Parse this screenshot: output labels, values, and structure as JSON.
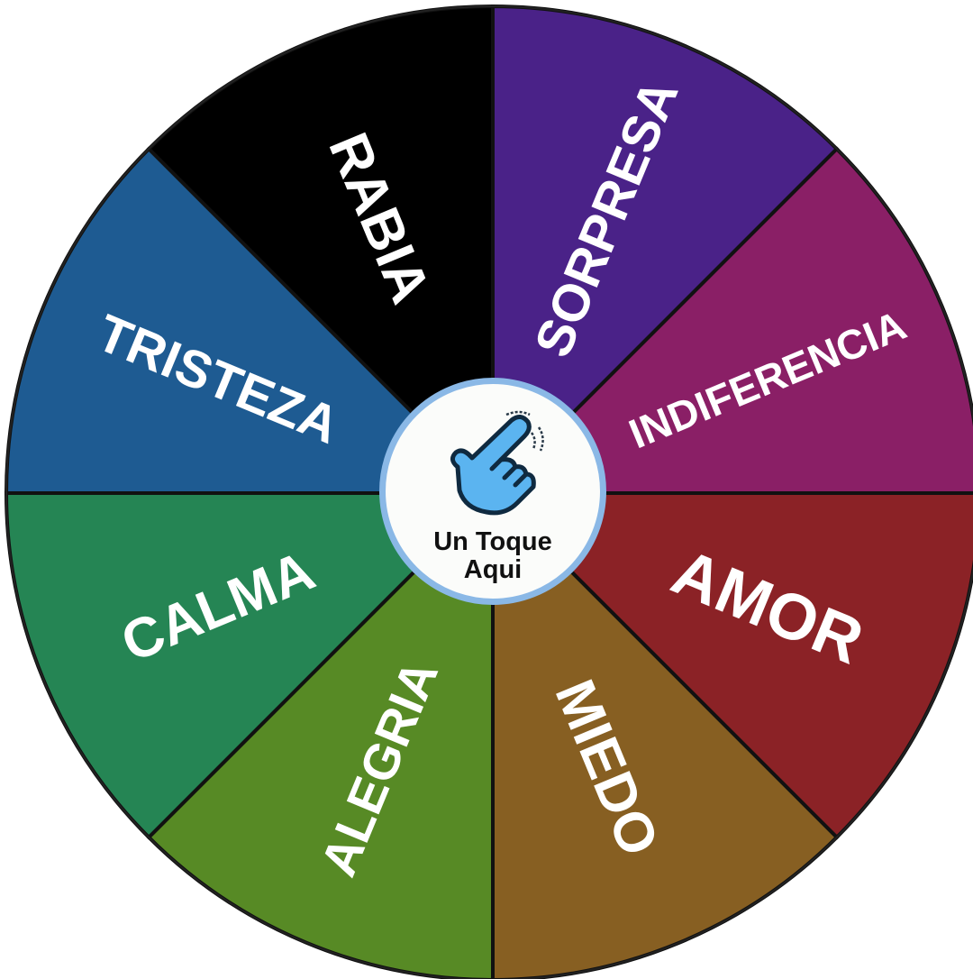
{
  "wheel": {
    "segments": [
      {
        "label": "RABIA",
        "color": "#000000"
      },
      {
        "label": "SORPRESA",
        "color": "#4a2288"
      },
      {
        "label": "INDIFERENCIA",
        "color": "#8a1f66"
      },
      {
        "label": "AMOR",
        "color": "#8b2226"
      },
      {
        "label": "MIEDO",
        "color": "#875f22"
      },
      {
        "label": "ALEGRIA",
        "color": "#578a25"
      },
      {
        "label": "CALMA",
        "color": "#258554"
      },
      {
        "label": "TRISTEZA",
        "color": "#1e5b92"
      }
    ]
  },
  "center_button": {
    "icon": "tap-hand-icon",
    "line1": "Un Toque",
    "line2": "Aqui"
  }
}
